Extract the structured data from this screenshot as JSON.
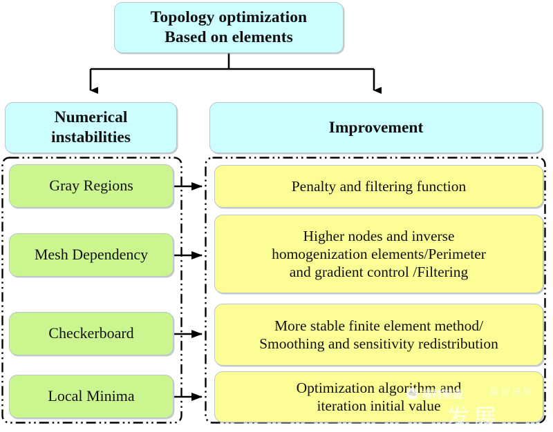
{
  "diagram": {
    "title": "Topology optimization Based on elements",
    "root": {
      "line1": "Topology optimization",
      "line2": "Based on elements"
    },
    "headers": {
      "left": "Numerical instabilities",
      "left_line1": "Numerical",
      "left_line2": "instabilities",
      "right": "Improvement"
    },
    "problems": [
      {
        "label": "Gray Regions"
      },
      {
        "label": "Mesh Dependency"
      },
      {
        "label": "Checkerboard"
      },
      {
        "label": "Local Minima"
      }
    ],
    "solutions": [
      {
        "label": "Penalty and filtering function",
        "lines": [
          "Penalty and filtering function"
        ]
      },
      {
        "label": "Higher nodes and inverse homogenization elements/Perimeter and gradient control /Filtering",
        "lines": [
          "Higher nodes and inverse",
          "homogenization elements/Perimeter",
          "and gradient control /Filtering"
        ]
      },
      {
        "label": "More stable finite element method/ Smoothing and sensitivity redistribution",
        "lines": [
          "More stable finite element method/",
          "Smoothing and sensitivity redistribution"
        ]
      },
      {
        "label": "Optimization algorithm and iteration initial value",
        "lines": [
          "Optimization algorithm and",
          "iteration initial value"
        ]
      }
    ],
    "colors": {
      "header_fill": "#ccfdff",
      "problem_fill": "#cbf58f",
      "solution_fill": "#fdfd96",
      "box_stroke": "#b9c6cc",
      "connector": "#000000",
      "group_border": "#000000",
      "background": "#ffffff"
    }
  },
  "watermark": {
    "icon": "wechat-icon",
    "text": "增材制造",
    "faint_text": "最新进展",
    "big_text": "发展"
  }
}
